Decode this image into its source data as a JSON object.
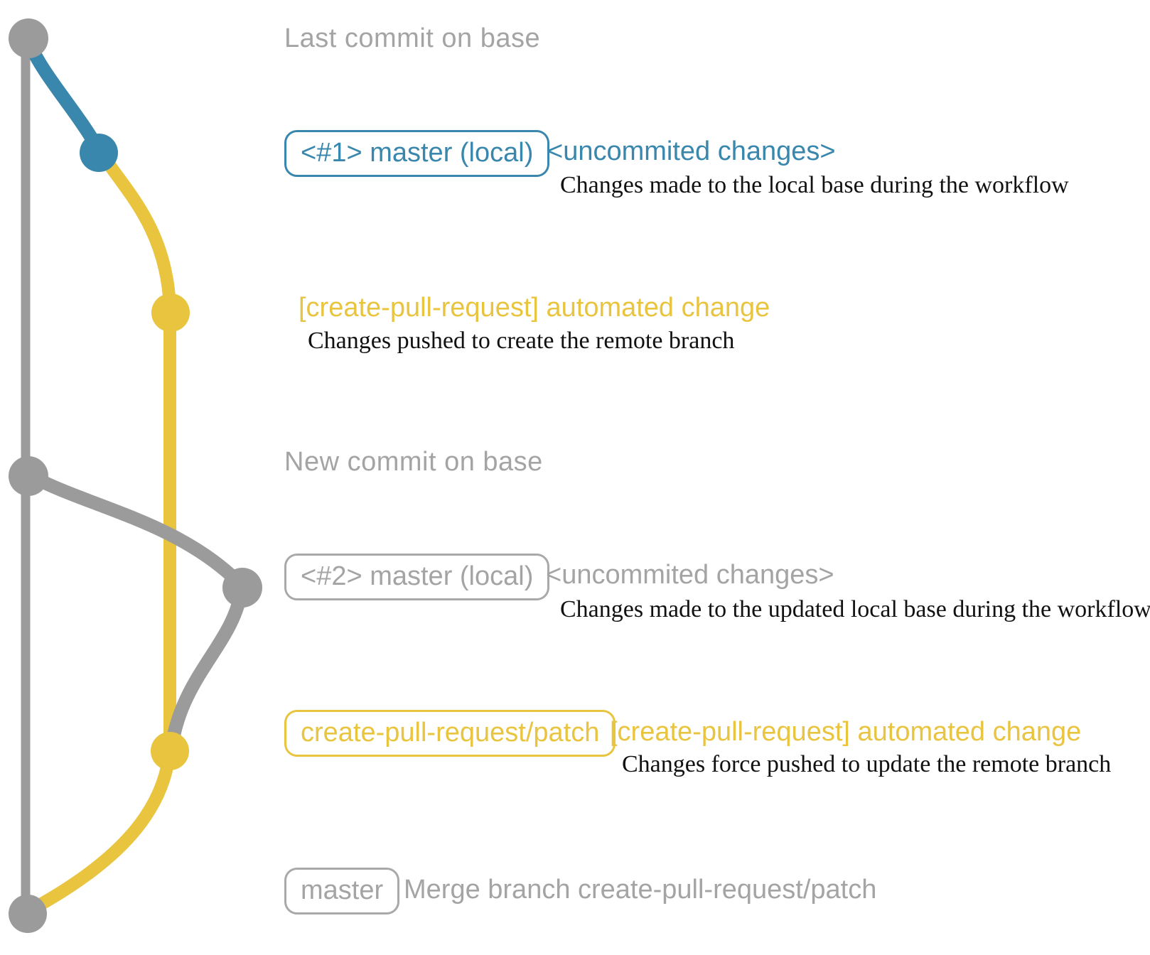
{
  "colors": {
    "graph_gray": "#9b9b9b",
    "blue": "#3a87ad",
    "yellow": "#e9c43f",
    "label_gray": "#a4a4a4",
    "desc_black": "#111111"
  },
  "graph": {
    "branches": [
      {
        "name": "base",
        "color": "#9b9b9b"
      },
      {
        "name": "master-local",
        "color": "#3a87ad"
      },
      {
        "name": "create-pull-request-patch",
        "color": "#e9c43f"
      },
      {
        "name": "master-local-updated",
        "color": "#9b9b9b"
      }
    ],
    "commit_dots": [
      {
        "name": "last-commit-on-base",
        "color": "#9b9b9b"
      },
      {
        "name": "master-local-1-commit",
        "color": "#3a87ad"
      },
      {
        "name": "patch-branch-commit-1",
        "color": "#e9c43f"
      },
      {
        "name": "new-commit-on-base",
        "color": "#9b9b9b"
      },
      {
        "name": "master-local-2-commit",
        "color": "#9b9b9b"
      },
      {
        "name": "patch-branch-commit-2",
        "color": "#e9c43f"
      },
      {
        "name": "merge-commit",
        "color": "#9b9b9b"
      }
    ]
  },
  "rows": {
    "last_commit": {
      "label": "Last commit on base"
    },
    "master_local_1": {
      "branch_tag": "<#1> master (local)",
      "message": "<uncommited changes>",
      "description": "Changes made to the local base during the workflow"
    },
    "patch_commit_1": {
      "message": "[create-pull-request] automated change",
      "description": "Changes pushed to create the remote branch"
    },
    "new_commit": {
      "label": "New commit on base"
    },
    "master_local_2": {
      "branch_tag": "<#2> master (local)",
      "message": "<uncommited changes>",
      "description": "Changes made to the updated local base during the workflow"
    },
    "patch_commit_2": {
      "branch_tag": "create-pull-request/patch",
      "message": "[create-pull-request] automated change",
      "description": "Changes force pushed to update the remote branch"
    },
    "merge_commit": {
      "branch_tag": "master",
      "message": "Merge branch create-pull-request/patch"
    }
  }
}
